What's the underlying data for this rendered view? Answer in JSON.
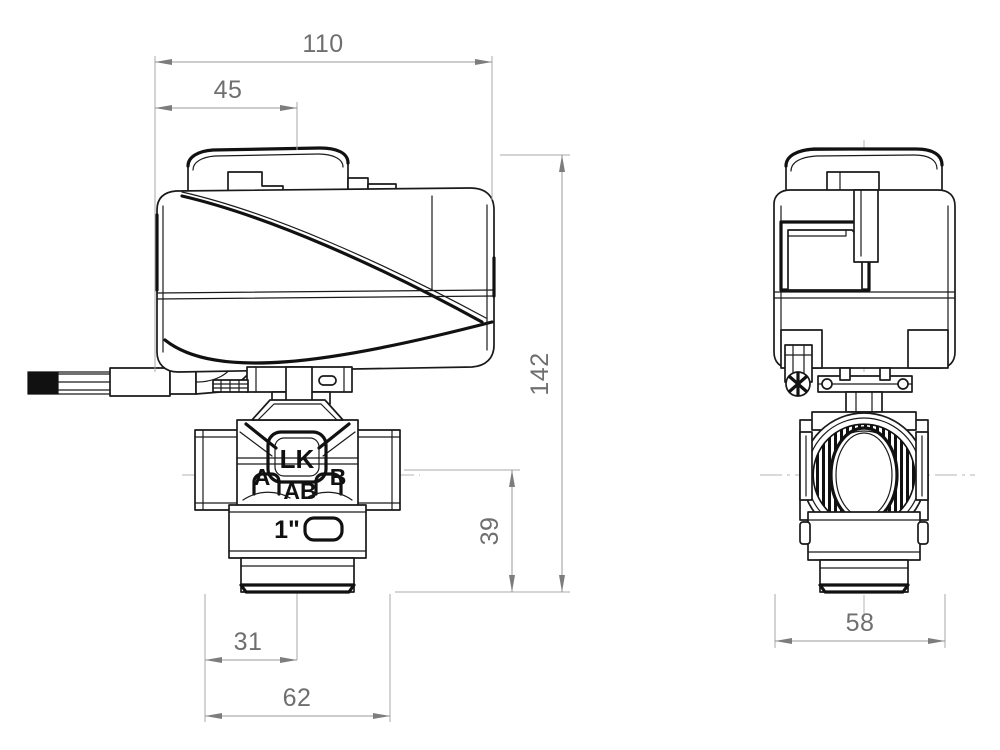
{
  "drawing": {
    "title": "LK 3-way motorized ball valve with actuator — dimensioned orthographic views",
    "background_color": "#ffffff",
    "line_color": "#1a1a1a",
    "dimension_color": "#6f6f6f",
    "dimension_line_color": "#9a9a9a",
    "units_note": "",
    "views": [
      {
        "name": "front-view",
        "label": ""
      },
      {
        "name": "side-view",
        "label": ""
      }
    ]
  },
  "dimensions": {
    "overall_width": {
      "value": "110",
      "orientation": "horizontal",
      "view": "front-view"
    },
    "actuator_offset": {
      "value": "45",
      "orientation": "horizontal",
      "view": "front-view"
    },
    "overall_height": {
      "value": "142",
      "orientation": "vertical",
      "view": "front-view"
    },
    "valve_height": {
      "value": "39",
      "orientation": "vertical",
      "view": "front-view"
    },
    "port_offset": {
      "value": "31",
      "orientation": "horizontal",
      "view": "front-view"
    },
    "valve_width": {
      "value": "62",
      "orientation": "horizontal",
      "view": "front-view"
    },
    "side_width": {
      "value": "58",
      "orientation": "horizontal",
      "view": "side-view"
    }
  },
  "valve_markings": {
    "brand": "LK",
    "port_a": "A",
    "port_b": "B",
    "port_ab": "AB",
    "size": "1\""
  }
}
